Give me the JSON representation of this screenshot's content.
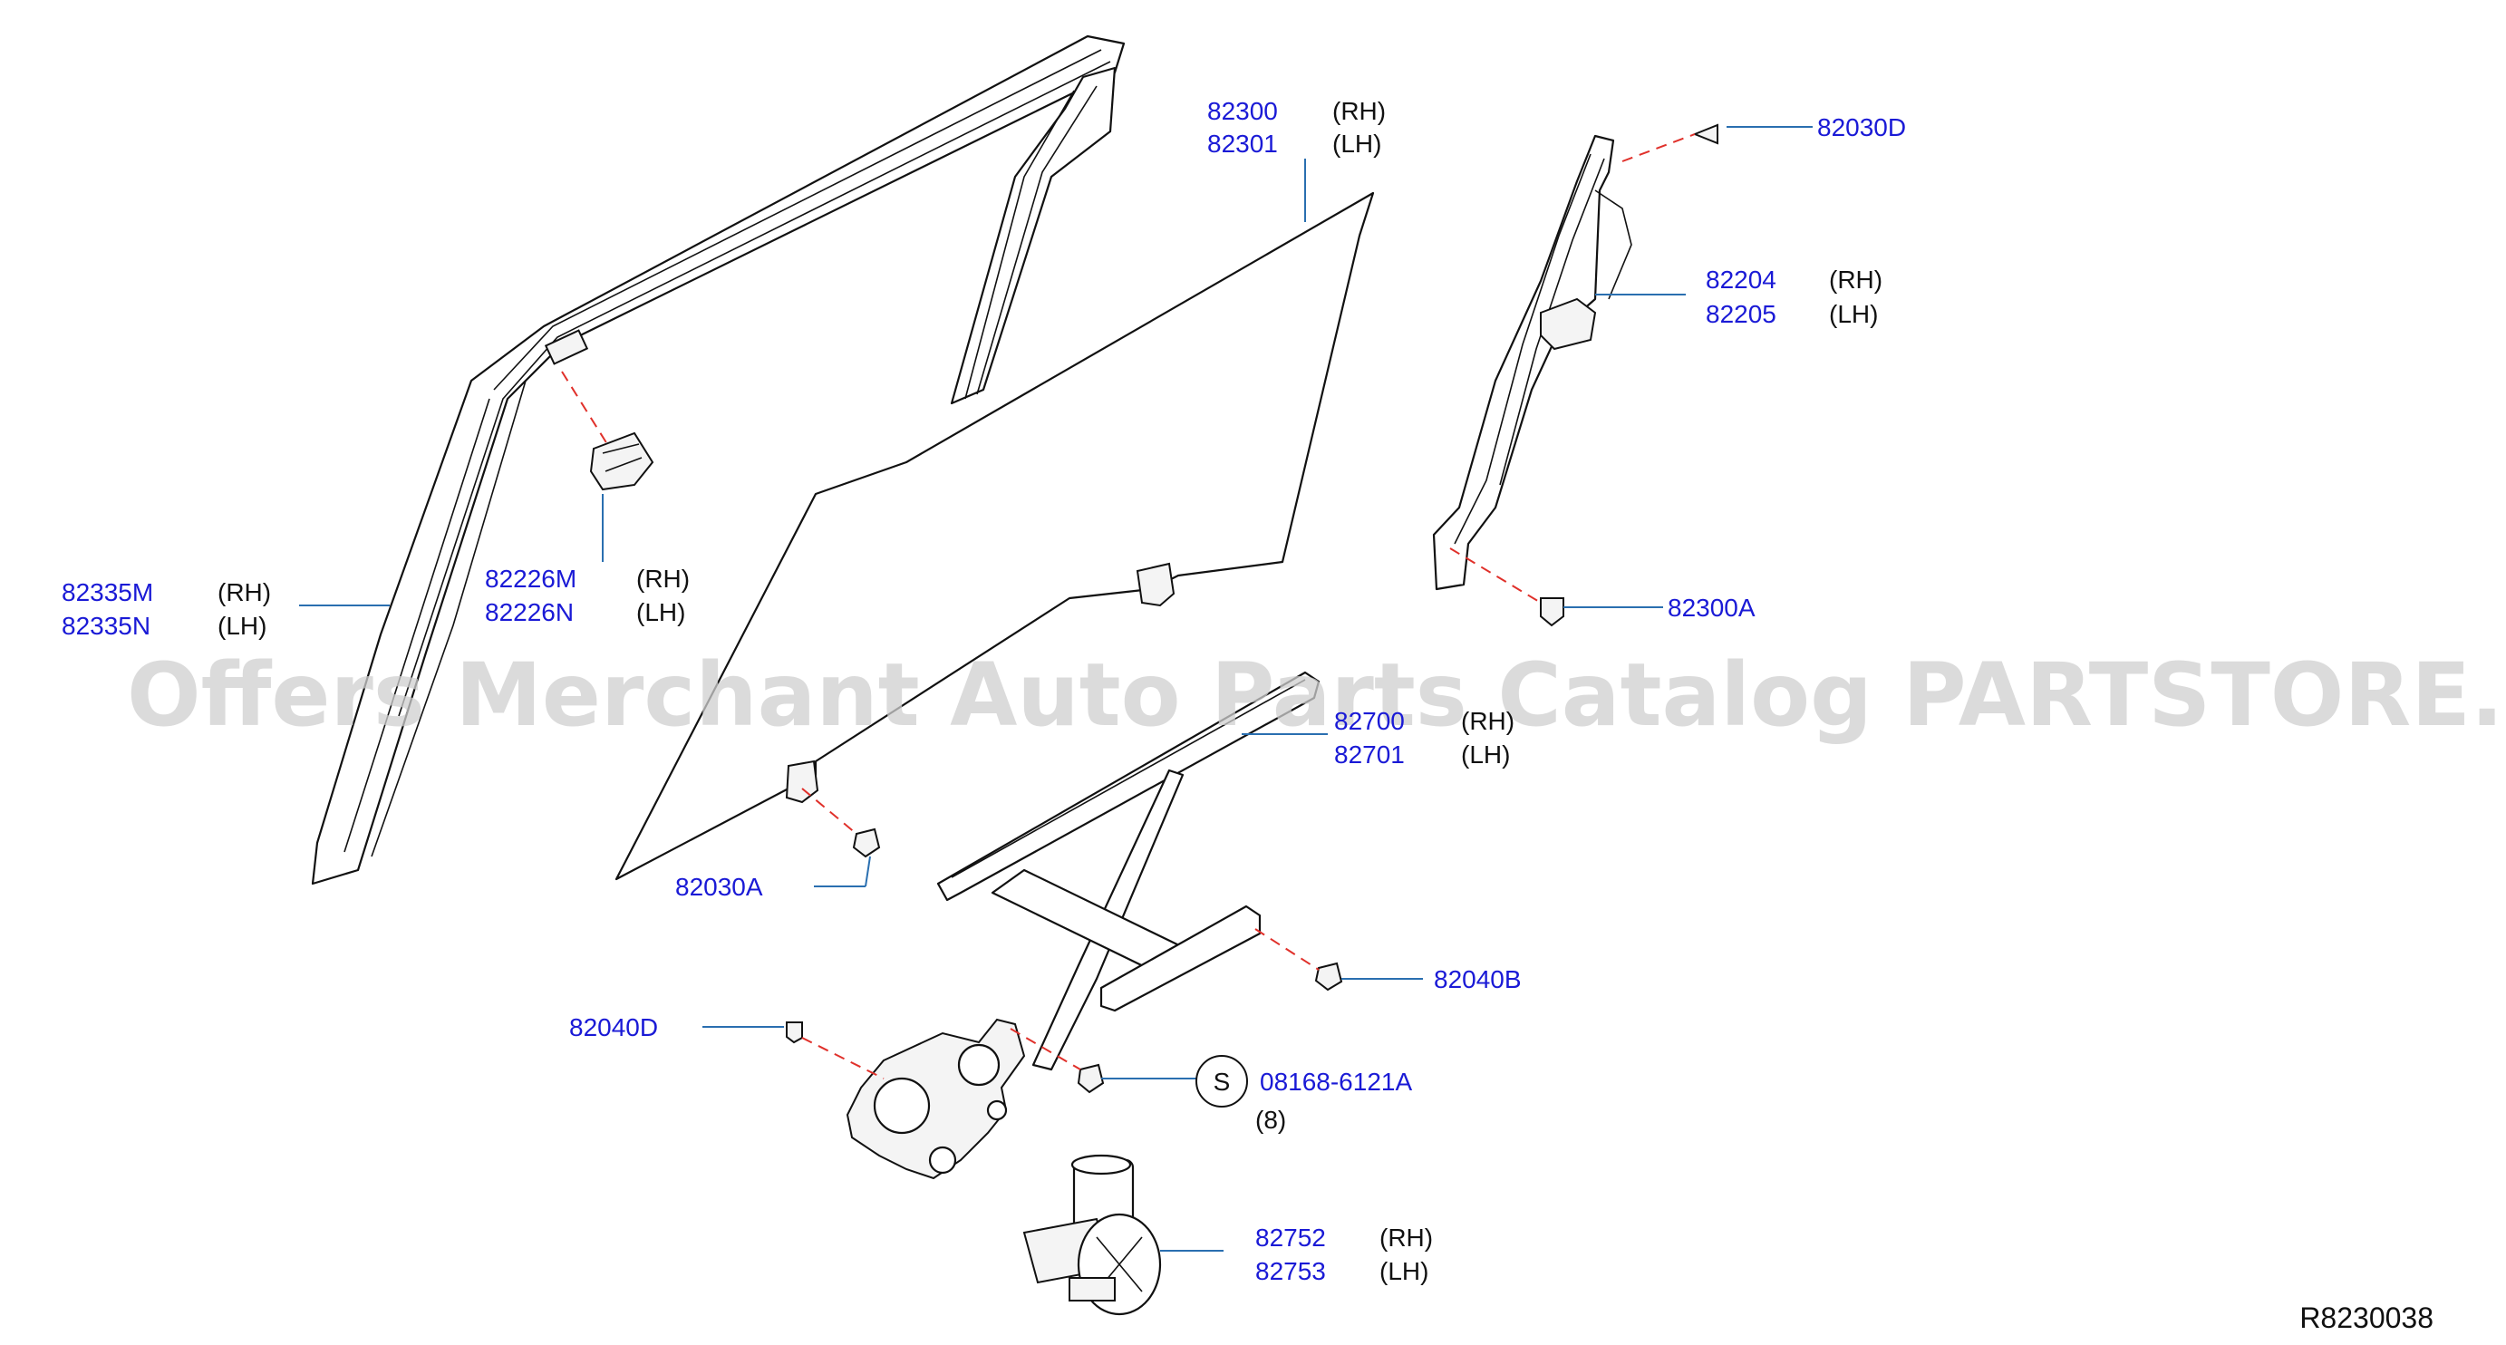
{
  "watermark": "Offers Merchant Auto Parts Catalog PARTSTORE.SA",
  "reference_code": "R8230038",
  "labels": {
    "p82300": {
      "num": "82300",
      "side": "(RH)"
    },
    "p82301": {
      "num": "82301",
      "side": "(LH)"
    },
    "p82030D": {
      "num": "82030D"
    },
    "p82204": {
      "num": "82204",
      "side": "(RH)"
    },
    "p82205": {
      "num": "82205",
      "side": "(LH)"
    },
    "p82335M": {
      "num": "82335M",
      "side": "(RH)"
    },
    "p82335N": {
      "num": "82335N",
      "side": "(LH)"
    },
    "p82226M": {
      "num": "82226M",
      "side": "(RH)"
    },
    "p82226N": {
      "num": "82226N",
      "side": "(LH)"
    },
    "p82300A": {
      "num": "82300A"
    },
    "p82700": {
      "num": "82700",
      "side": "(RH)"
    },
    "p82701": {
      "num": "82701",
      "side": "(LH)"
    },
    "p82030A": {
      "num": "82030A"
    },
    "p82040B": {
      "num": "82040B"
    },
    "p82040D": {
      "num": "82040D"
    },
    "p08168": {
      "num": "08168-6121A",
      "qty": "(8)",
      "symbol": "S"
    },
    "p82752": {
      "num": "82752",
      "side": "(RH)"
    },
    "p82753": {
      "num": "82753",
      "side": "(LH)"
    }
  }
}
